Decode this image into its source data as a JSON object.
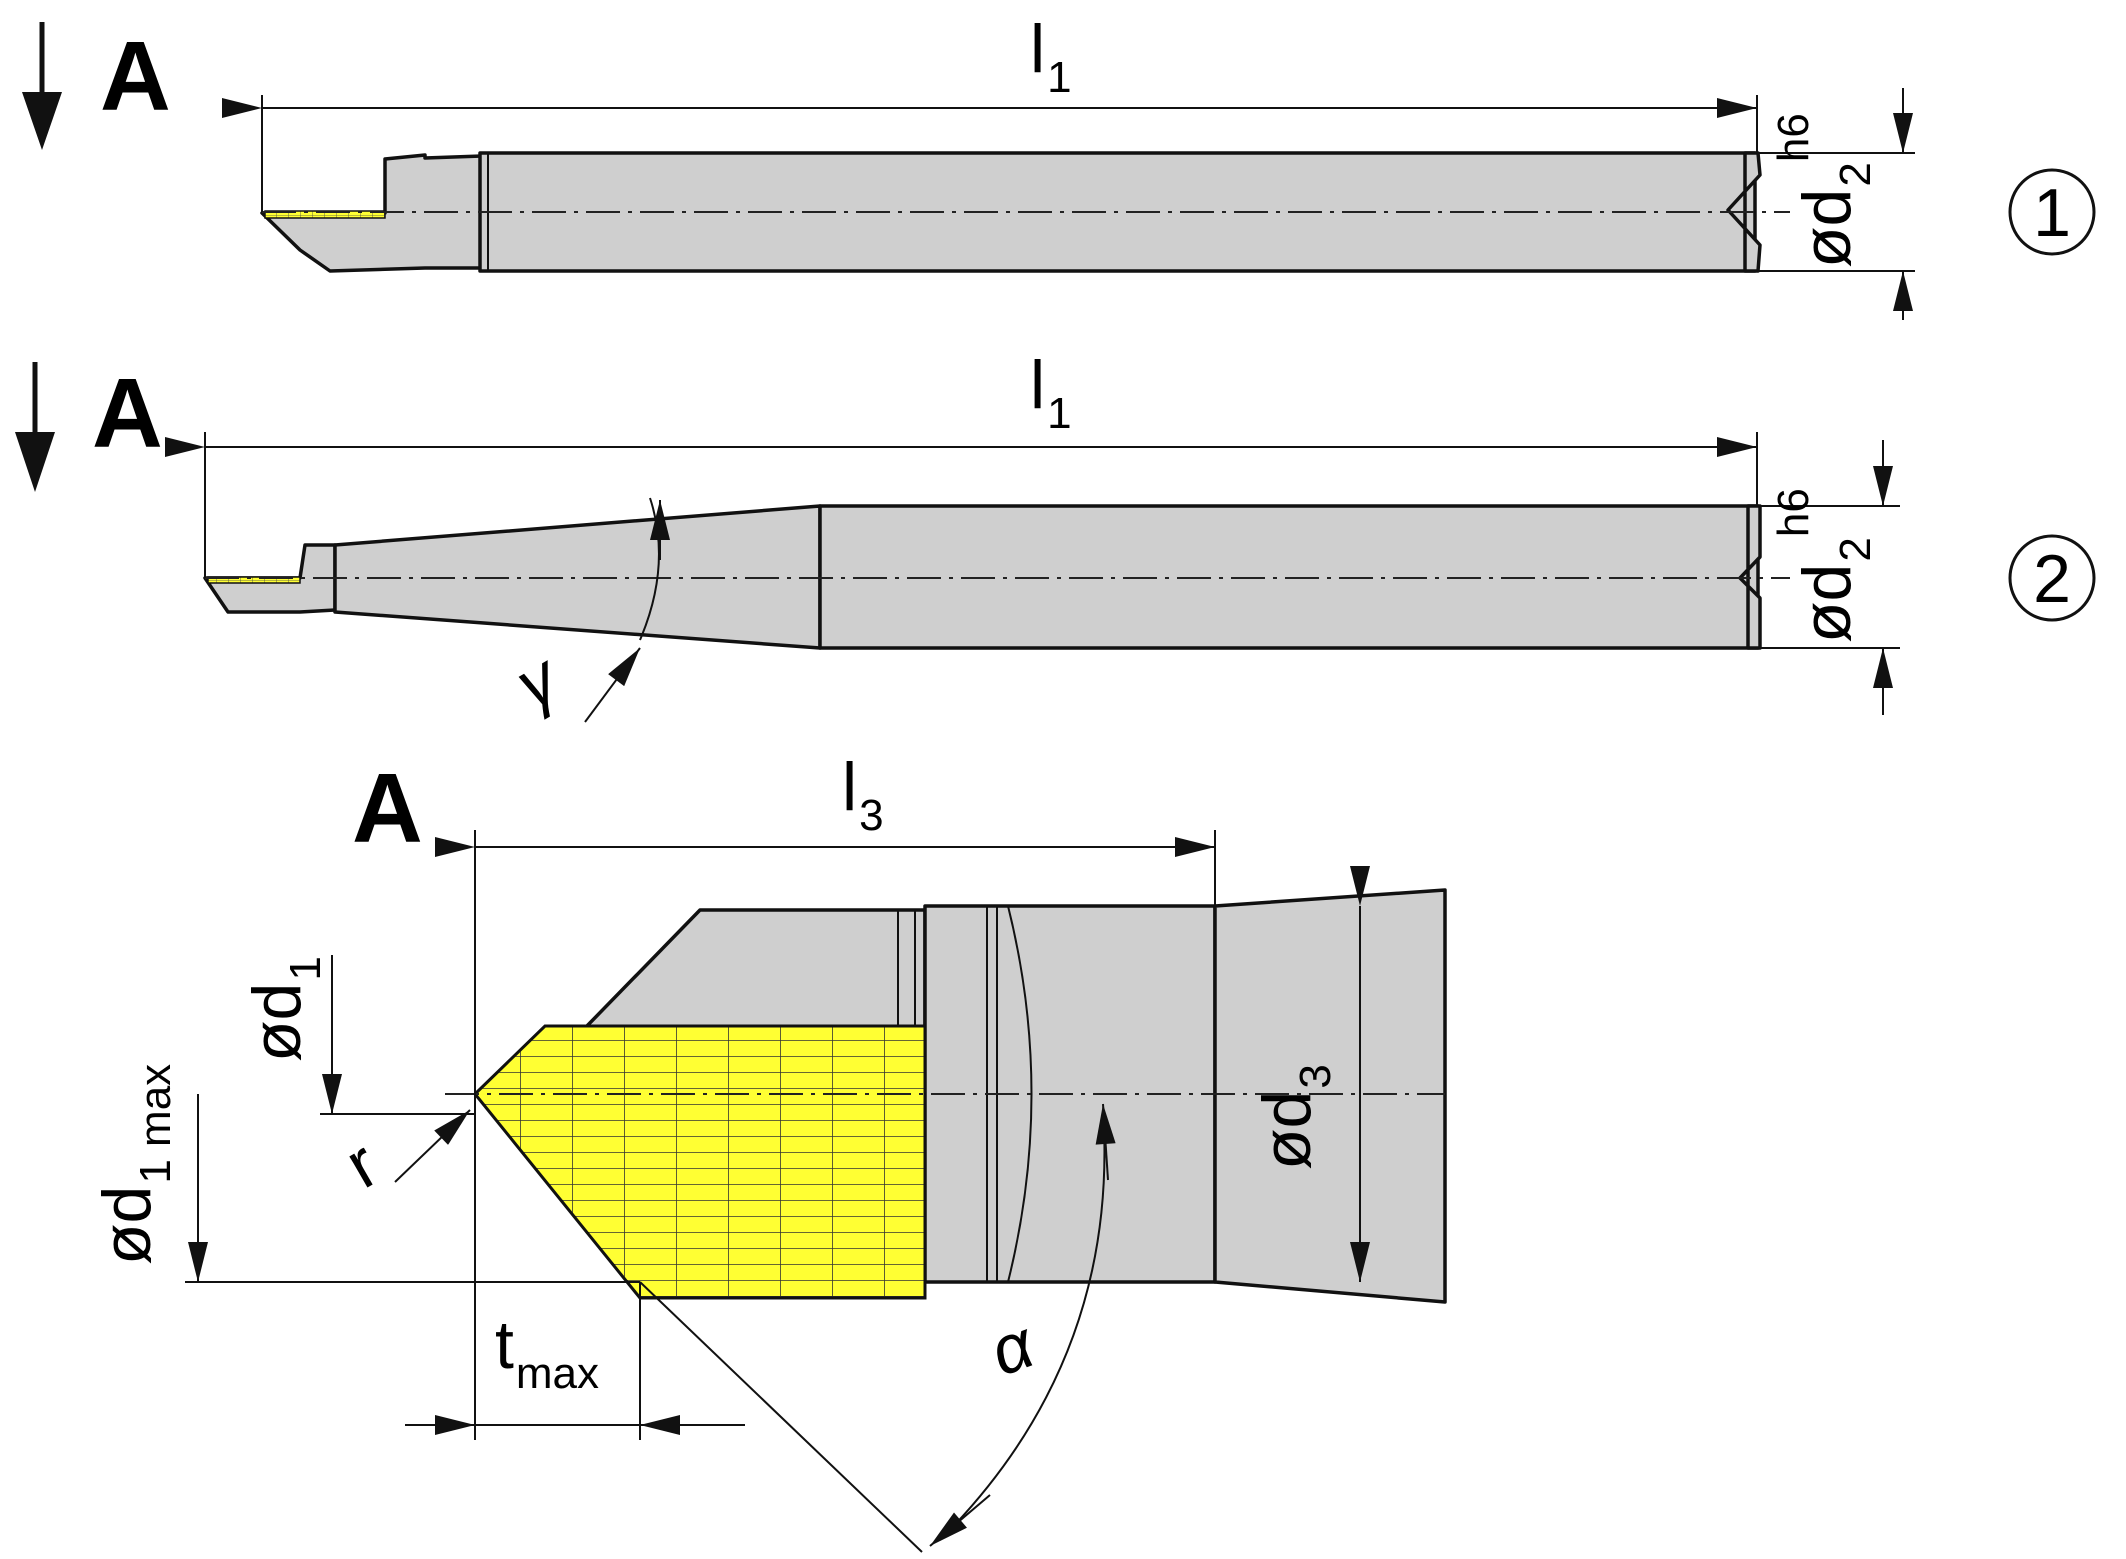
{
  "colors": {
    "body": "#cfcfcf",
    "insert": "#ffff33",
    "line": "#111111"
  },
  "views": {
    "top": {
      "view_letter": "A",
      "length_main": "l",
      "length_sub": "1",
      "dia_main": "ød",
      "dia_sub": "2",
      "tolerance": "h6",
      "badge": "1"
    },
    "middle": {
      "view_letter": "A",
      "length_main": "l",
      "length_sub": "1",
      "dia_main": "ød",
      "dia_sub": "2",
      "tolerance": "h6",
      "badge": "2",
      "angle": "γ"
    },
    "detail": {
      "view_letter": "A",
      "l3_main": "l",
      "l3_sub": "3",
      "d1_main": "ød",
      "d1_sub": "1",
      "d1max_main": "ød",
      "d1max_sub": "1 max",
      "d3_main": "ød",
      "d3_sub": "3",
      "radius": "r",
      "tmax_main": "t",
      "tmax_sub": "max",
      "angle": "α"
    }
  },
  "icons": {
    "view_arrow": "down-arrow-icon"
  }
}
